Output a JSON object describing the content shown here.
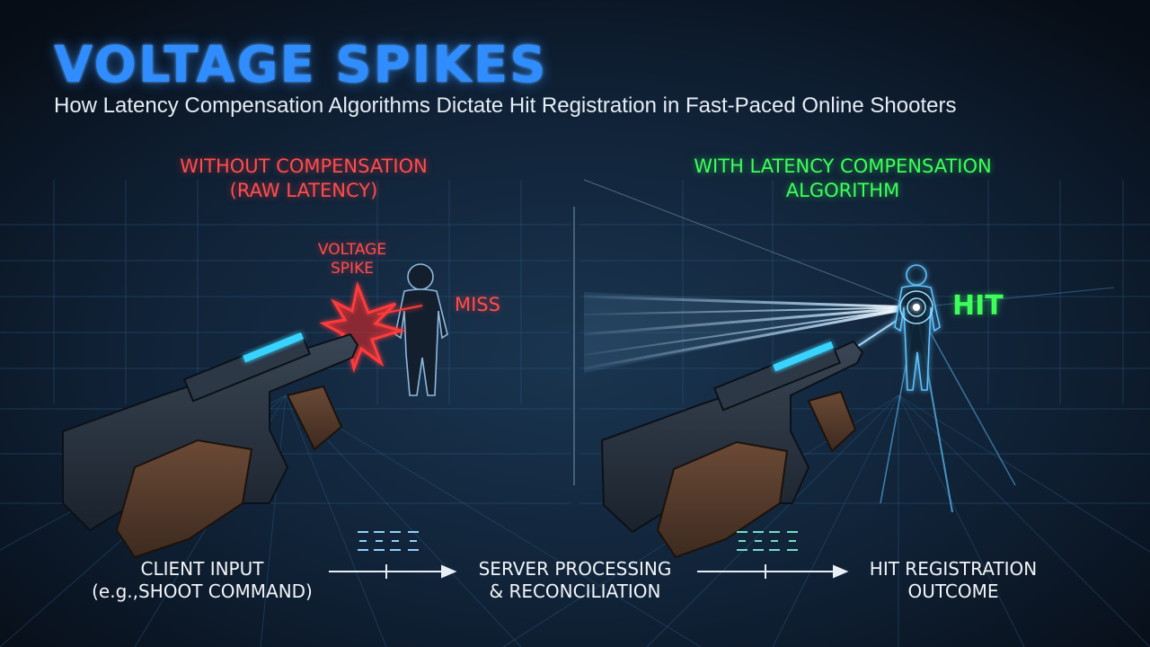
{
  "header": {
    "title": "VOLTAGE SPIKES",
    "subtitle": "How Latency Compensation Algorithms Dictate Hit Registration in Fast-Paced Online Shooters"
  },
  "left_panel": {
    "title_line1": "WITHOUT COMPENSATION",
    "title_line2": "(RAW LATENCY)",
    "spike_line1": "VOLTAGE",
    "spike_line2": "SPIKE",
    "result": "MISS"
  },
  "right_panel": {
    "title_line1": "WITH LATENCY COMPENSATION",
    "title_line2": "ALGORITHM",
    "result": "HIT"
  },
  "flow": {
    "step1_line1": "CLIENT INPUT",
    "step1_line2": "(e.g.,SHOOT COMMAND)",
    "step2_line1": "SERVER PROCESSING",
    "step2_line2": "& RECONCILIATION",
    "step3_line1": "HIT REGISTRATION",
    "step3_line2": "OUTCOME"
  },
  "colors": {
    "title_blue": "#2f8dff",
    "miss_red": "#ff4d4d",
    "hit_green": "#3dff5a",
    "beam_cyan": "#9fd8ff"
  }
}
